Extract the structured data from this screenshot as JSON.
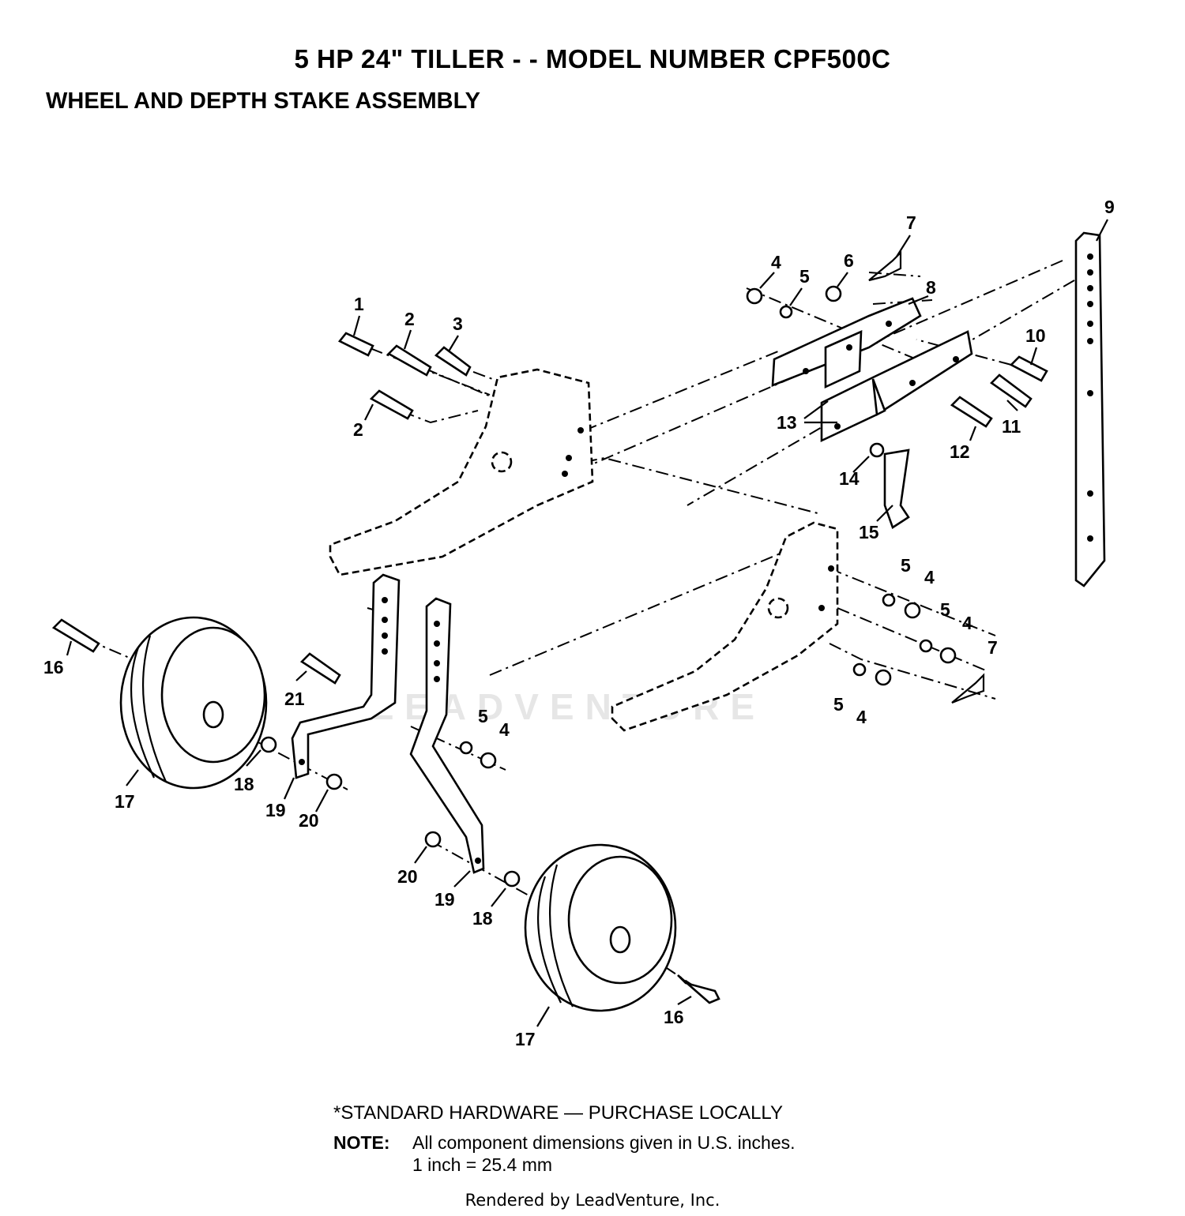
{
  "header": {
    "title": "5 HP 24\" TILLER - - MODEL NUMBER CPF500C",
    "subtitle": "WHEEL AND DEPTH STAKE ASSEMBLY"
  },
  "callouts": [
    "1",
    "2",
    "3",
    "2",
    "4",
    "5",
    "6",
    "7",
    "8",
    "9",
    "10",
    "11",
    "12",
    "13",
    "14",
    "15",
    "5",
    "4",
    "5",
    "4",
    "7",
    "5",
    "4",
    "16",
    "21",
    "17",
    "18",
    "19",
    "20",
    "5",
    "4",
    "20",
    "19",
    "18",
    "17",
    "16"
  ],
  "notes": {
    "hardware": "*STANDARD HARDWARE — PURCHASE LOCALLY",
    "note_label": "NOTE:",
    "note_line1": "All component dimensions given in U.S. inches.",
    "note_line2": "1 inch = 25.4 mm"
  },
  "watermark": "LEADVENTURE",
  "footer": "Rendered by LeadVenture, Inc."
}
